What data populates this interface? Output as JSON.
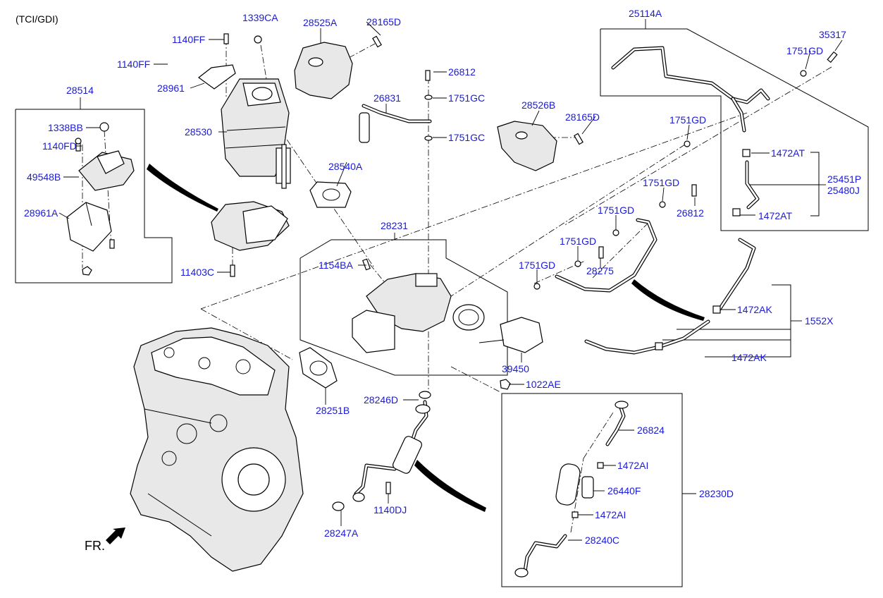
{
  "header": {
    "variant": "(TCI/GDI)"
  },
  "direction": {
    "label": "FR."
  },
  "parts": {
    "p1339CA": "1339CA",
    "p1140FF_a": "1140FF",
    "p1140FF_b": "1140FF",
    "p28961": "28961",
    "p28514": "28514",
    "p1338BB": "1338BB",
    "p1140FD": "1140FD",
    "p49548B": "49548B",
    "p28961A": "28961A",
    "p28530": "28530",
    "p11403C": "11403C",
    "p28525A": "28525A",
    "p28165D_a": "28165D",
    "p26812_a": "26812",
    "p1751GC_a": "1751GC",
    "p26831": "26831",
    "p1751GC_b": "1751GC",
    "p28540A": "28540A",
    "p28526B": "28526B",
    "p28165D_b": "28165D",
    "p25114A": "25114A",
    "p35317": "35317",
    "p1751GD_a": "1751GD",
    "p1751GD_b": "1751GD",
    "p1472AT_a": "1472AT",
    "p25451P": "25451P",
    "p25480J": "25480J",
    "p1472AT_b": "1472AT",
    "p1751GD_c": "1751GD",
    "p26812_b": "26812",
    "p1751GD_d": "1751GD",
    "p1751GD_e": "1751GD",
    "p28275": "28275",
    "p1751GD_f": "1751GD",
    "p28231": "28231",
    "p1154BA": "1154BA",
    "p39450": "39450",
    "p1472AK_a": "1472AK",
    "p1552X": "1552X",
    "p1472AK_b": "1472AK",
    "p1022AE": "1022AE",
    "p28251B": "28251B",
    "p28246D": "28246D",
    "p1140DJ": "1140DJ",
    "p28247A": "28247A",
    "p26824": "26824",
    "p1472AI_a": "1472AI",
    "p26440F": "26440F",
    "p28230D": "28230D",
    "p1472AI_b": "1472AI",
    "p28240C": "28240C"
  }
}
